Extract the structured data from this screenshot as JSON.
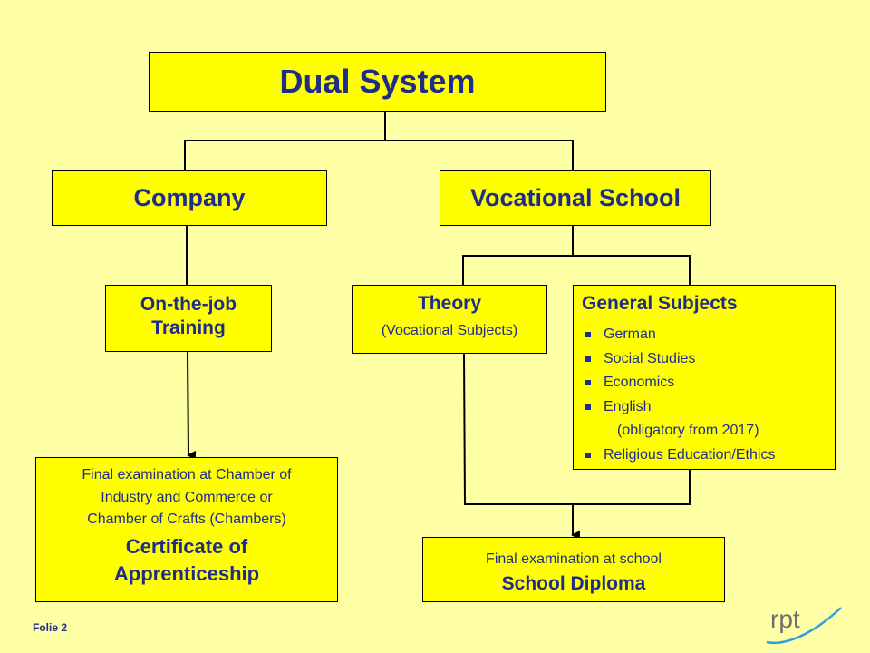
{
  "title": "Dual System",
  "company": {
    "label": "Company"
  },
  "vocational_school": {
    "label": "Vocational School"
  },
  "on_the_job": {
    "line1": "On-the-job",
    "line2": "Training"
  },
  "theory": {
    "title": "Theory",
    "subtitle": "(Vocational Subjects)"
  },
  "general_subjects": {
    "title": "General Subjects",
    "items": [
      "German",
      "Social Studies",
      "Economics",
      "English"
    ],
    "english_note": "(obligatory from 2017)",
    "last_item": "Religious Education/Ethics"
  },
  "chambers_exam": {
    "line1": "Final examination at Chamber of",
    "line2": "Industry and Commerce or",
    "line3": "Chamber of Crafts (Chambers)",
    "cert1": "Certificate of",
    "cert2": "Apprenticeship"
  },
  "school_exam": {
    "text": "Final examination at school",
    "title": "School Diploma"
  },
  "footer": {
    "folio": "Folie 2",
    "logo_text": "rpt"
  },
  "colors": {
    "background": "#FFFFA5",
    "box": "#FFFF00",
    "text": "#1F2D8A",
    "line": "#000000",
    "logo": "#2E9FD8"
  }
}
